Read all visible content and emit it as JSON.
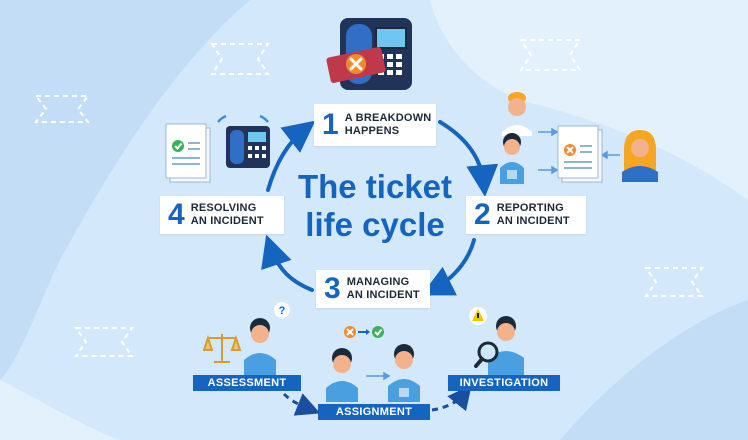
{
  "title": {
    "line1": "The ticket",
    "line2": "life cycle"
  },
  "steps": [
    {
      "num": "1",
      "line1": "A BREAKDOWN",
      "line2": "HAPPENS"
    },
    {
      "num": "2",
      "line1": "REPORTING",
      "line2": "AN INCIDENT"
    },
    {
      "num": "3",
      "line1": "MANAGING",
      "line2": "AN INCIDENT"
    },
    {
      "num": "4",
      "line1": "RESOLVING",
      "line2": "AN INCIDENT"
    }
  ],
  "subtasks": {
    "assessment": "ASSESSMENT",
    "assignment": "ASSIGNMENT",
    "investigation": "INVESTIGATION"
  },
  "colors": {
    "primary": "#1565c0",
    "background": "#d3e8fa",
    "error": "#f28a2e",
    "ok": "#3cb05a",
    "alert_tag": "#c0394b"
  },
  "icons": [
    "broken-phone-icon",
    "ringing-phone-icon",
    "document-check-icon",
    "document-error-icon",
    "question-icon",
    "scales-icon",
    "status-change-icon",
    "magnifier-icon",
    "warning-icon"
  ]
}
